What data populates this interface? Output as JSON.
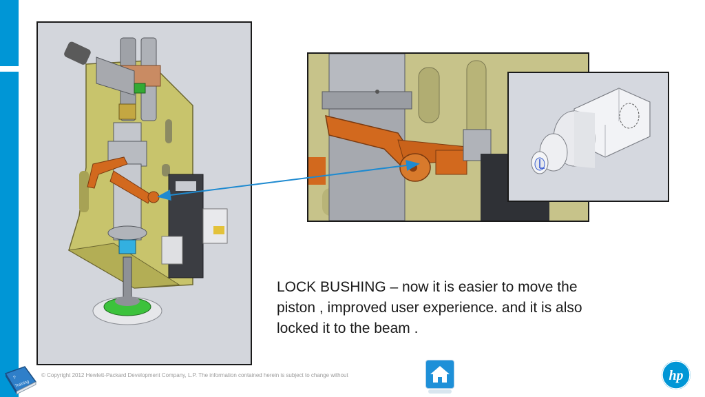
{
  "caption": "LOCK BUSHING – now it is easier to move the piston , improved user experience.  and it is also locked it to the beam .",
  "footer": {
    "copyright": "© Copyright 2012 Hewlett-Packard Development Company, L.P.  The information contained herein is subject to change without"
  },
  "logos": {
    "hp": "hp",
    "training_book": "Training"
  },
  "icons": {
    "home": "home-icon",
    "book": "book-icon"
  },
  "colors": {
    "accent": "#0096d6",
    "arrow": "#1e8ad0",
    "bracket": "#c6c26a",
    "lever": "#d2691e"
  }
}
